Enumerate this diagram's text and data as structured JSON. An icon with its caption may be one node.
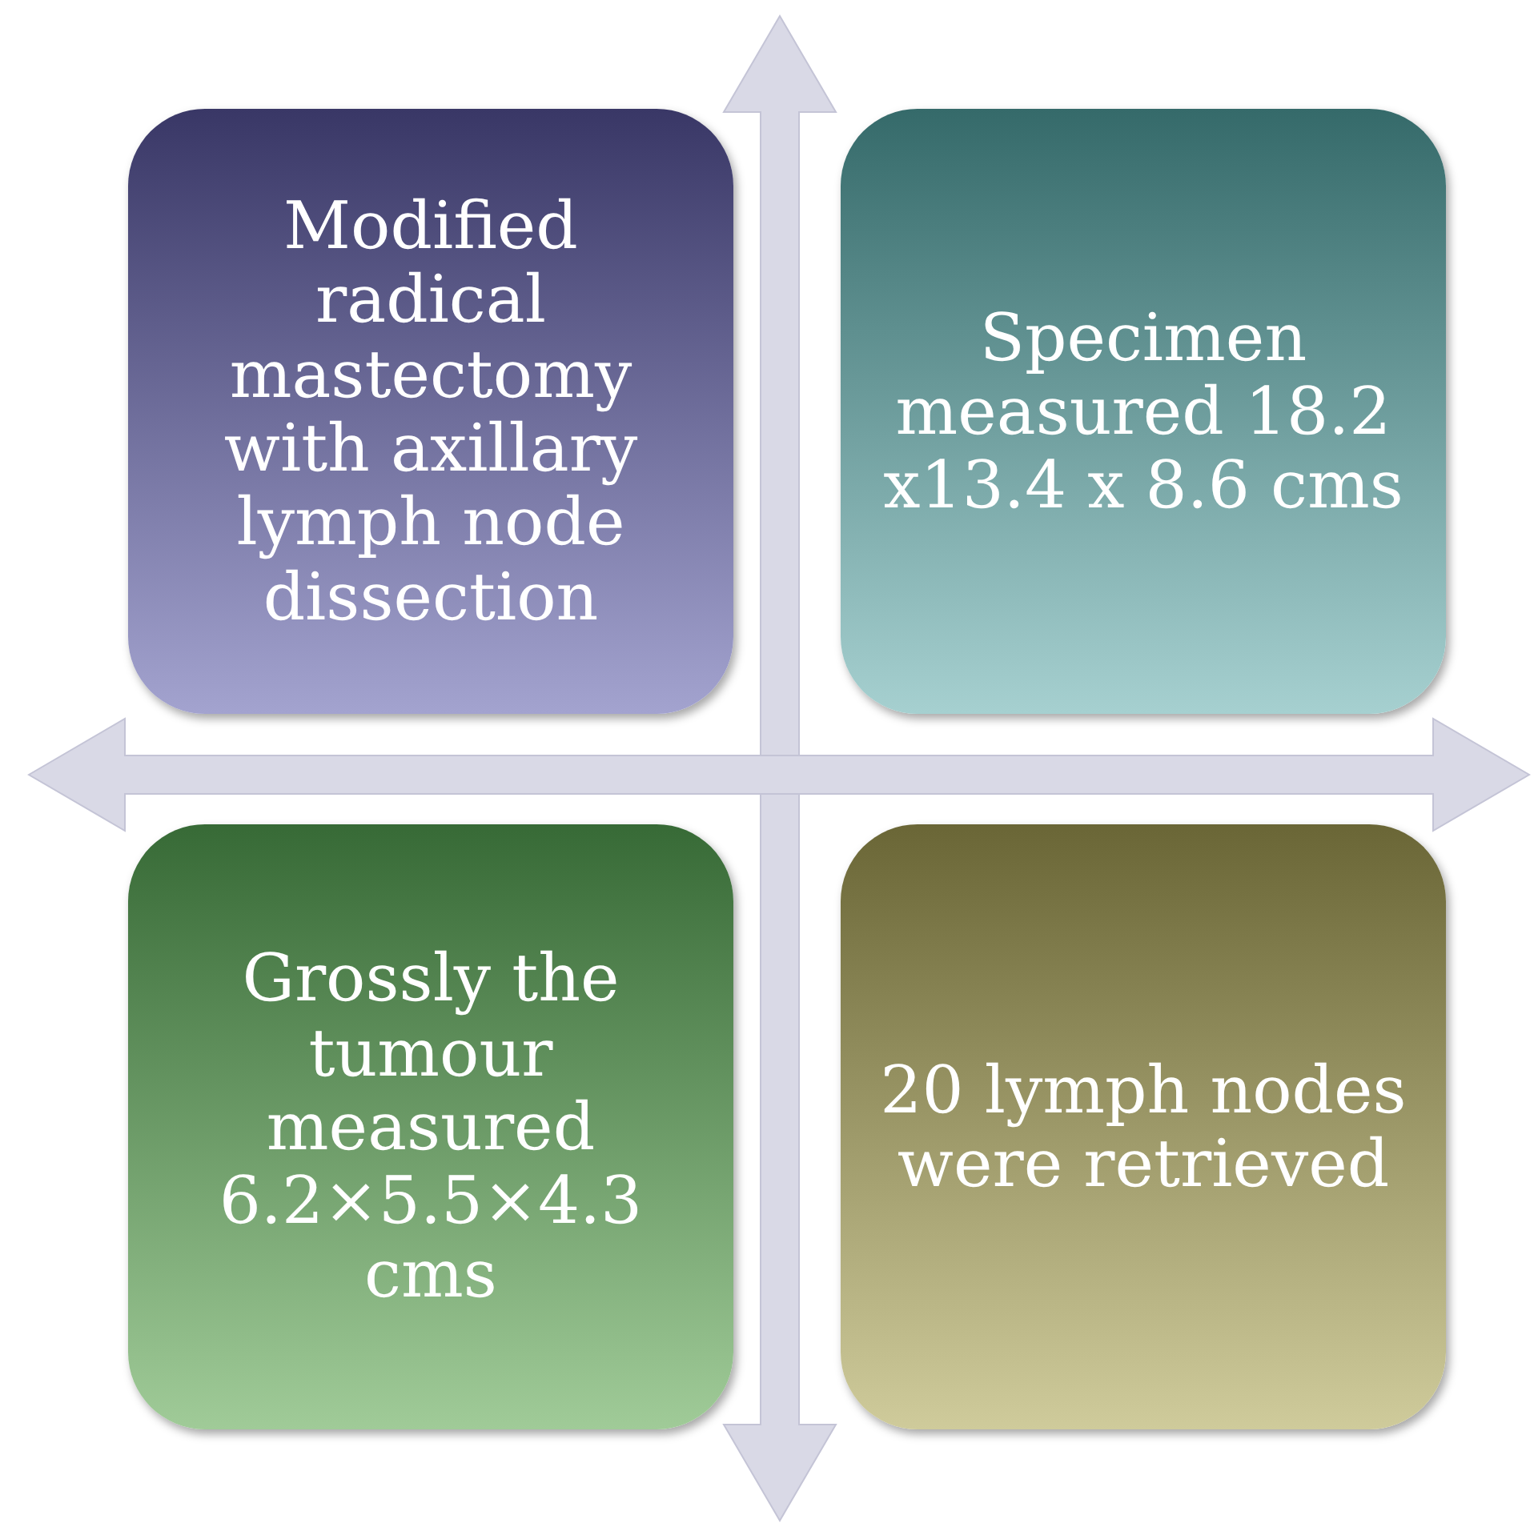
{
  "diagram": {
    "nodes": [
      {
        "text": [
          "Modified radical mastectomy with axillary lymph node dissection"
        ]
      },
      {
        "text": [
          "Specimen measured 18.2 x13.4 x 8.6 cms"
        ]
      },
      {
        "text": [
          "Grossly the tumour measured 6.2×5.5×4.3 cms"
        ]
      },
      {
        "text": [
          "20 lymph nodes were retrieved"
        ]
      }
    ]
  }
}
